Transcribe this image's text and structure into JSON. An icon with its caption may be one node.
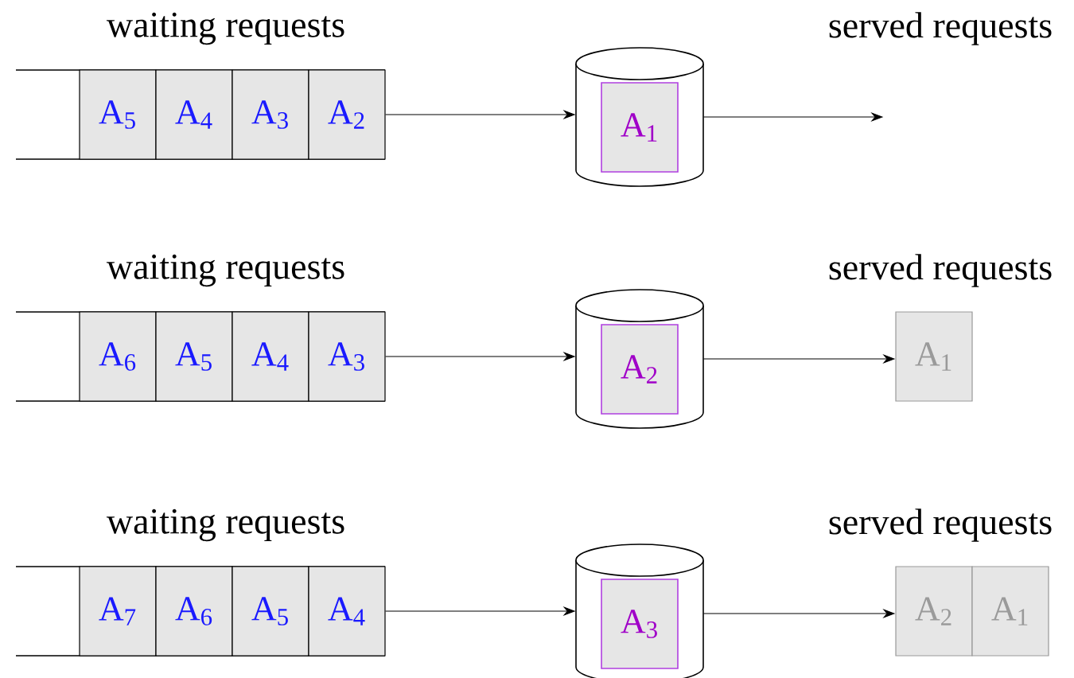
{
  "diagram": {
    "nodes": [
      {
        "text": [
          "A$_{5}$"
        ]
      },
      {
        "text": [
          "A$_{4}$"
        ]
      },
      {
        "text": [
          "A$_{3}$"
        ]
      },
      {
        "text": [
          "A$_{2}$"
        ]
      },
      {
        "text": [],
        "shape": "cylinder"
      },
      {
        "text": [
          "A$_{1}$"
        ],
        "in": 4
      },
      {
        "text": [
          "A$_{6}$"
        ]
      },
      {
        "text": [
          "A$_{5}$"
        ]
      },
      {
        "text": [
          "A$_{4}$"
        ]
      },
      {
        "text": [
          "A$_{3}$"
        ]
      },
      {
        "text": [],
        "shape": "cylinder"
      },
      {
        "text": [
          "A$_{2}$"
        ],
        "in": 10
      },
      {
        "text": [
          "A$_{1}$"
        ]
      },
      {
        "text": [
          "A$_{7}$"
        ]
      },
      {
        "text": [
          "A$_{6}$"
        ]
      },
      {
        "text": [
          "A$_{5}$"
        ]
      },
      {
        "text": [
          "A$_{4}$"
        ]
      },
      {
        "text": [],
        "shape": "cylinder"
      },
      {
        "text": [
          "A$_{3}$"
        ],
        "in": 17
      },
      {
        "text": [
          "A$_{2}$"
        ]
      },
      {
        "text": [
          "A$_{1}$"
        ]
      }
    ],
    "edges": [
      {
        "from": 3,
        "to": 4,
        "arrow": "to"
      },
      {
        "from": 4,
        "to": null,
        "arrow": "to"
      },
      {
        "from": 9,
        "to": 10,
        "arrow": "to"
      },
      {
        "from": 10,
        "to": 12,
        "arrow": "to"
      },
      {
        "from": 16,
        "to": 17,
        "arrow": "to"
      },
      {
        "from": 17,
        "to": 19,
        "arrow": "to"
      }
    ],
    "labels": [
      "waiting requests",
      "served requests",
      "waiting requests",
      "served requests",
      "waiting requests",
      "served requests"
    ]
  }
}
